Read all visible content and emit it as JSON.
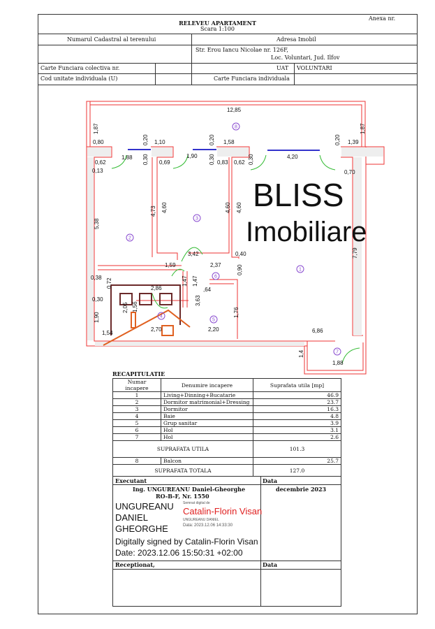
{
  "header": {
    "title": "RELEVEU   APARTAMENT",
    "scale": "Scara 1:100",
    "annex": "Anexa nr.",
    "cadastral_label": "Numarul Cadastral al terenului",
    "address_label": "Adresa Imobil",
    "address_line1": "Str. Erou Iancu Nicolae nr. 126F,",
    "address_line2": "Loc. Voluntari, Jud. Ilfov",
    "cf_colectiva_label": "Carte Funciara colectiva nr.",
    "uat_label": "UAT",
    "uat_value": "VOLUNTARI",
    "cod_unitate_label": "Cod unitate individuala (U)",
    "cf_individuala_label": "Carte Funciara individuala"
  },
  "plan": {
    "dimensions": [
      "12,85",
      "1,87",
      "1,87",
      "0,80",
      "0,20",
      "1,10",
      "0,20",
      "1,58",
      "0,20",
      "1,39",
      "1,88",
      "0,30",
      "0,69",
      "1,90",
      "0,30",
      "0,83",
      "0,62",
      "0,30",
      "4,20",
      "0,62",
      "0,13",
      "0,70",
      "4,73",
      "4,60",
      "4,60",
      "4,60",
      "5,38",
      "7,79",
      "3,42",
      "0,40",
      "1,59",
      "2,37",
      "0,90",
      "1,47",
      "1,47",
      "0,38",
      "0,72",
      "0,30",
      "2,86",
      ",64",
      "3,63",
      "1,90",
      "2,05",
      "1,56",
      "1,76",
      "1,54",
      "2,70",
      "2,20",
      "6,86",
      "1,88",
      "1,4"
    ],
    "rooms": [
      "8",
      "3",
      "2",
      "1",
      "6",
      "5",
      "4",
      "7"
    ]
  },
  "watermark": {
    "line1": "BLISS",
    "line2": "Imobiliare"
  },
  "recap": {
    "title": "RECAPITULATIE",
    "headers": [
      "Numar incapere",
      "Denumire incapere",
      "Suprafata utila [mp]"
    ],
    "rows": [
      {
        "nr": "1",
        "name": "Living+Dinning+Bucatarie",
        "area": "46.9"
      },
      {
        "nr": "2",
        "name": "Dormitor matrimonial+Dressing",
        "area": "23.7"
      },
      {
        "nr": "3",
        "name": "Dormitor",
        "area": "16.3"
      },
      {
        "nr": "4",
        "name": "Baie",
        "area": "4.8"
      },
      {
        "nr": "5",
        "name": "Grup sanitar",
        "area": "3.9"
      },
      {
        "nr": "6",
        "name": "Hol",
        "area": "3.1"
      },
      {
        "nr": "7",
        "name": "Hol",
        "area": "2.6"
      }
    ],
    "util_label": "SUPRAFATA  UTILA",
    "util_value": "101.3",
    "balcony": {
      "nr": "8",
      "name": "Balcon",
      "area": "25.7"
    },
    "total_label": "SUPRAFATA  TOTALA",
    "total_value": "127.0"
  },
  "footer": {
    "executant_label": "Executant",
    "data_label": "Data",
    "date_value": "decembrie 2023",
    "engineer": "Ing. UNGUREANU Daniel-Gheorghe",
    "engineer_reg": "RO-B-F, Nr. 1550",
    "sig1_name": [
      "UNGUREANU",
      "DANIEL",
      "GHEORGHE"
    ],
    "sig2_name": "Catalin-Florin Visan",
    "sig2_small_top": "Semnat digital de",
    "sig2_small_mid": "UNGUREANU DANIEL",
    "sig2_small_date": "Data: 2023.12.06 14:33:30",
    "digital_sig": "Digitally signed by Catalin-Florin Visan",
    "digital_date": "Date: 2023.12.06 15:50:31 +02:00",
    "receptionat_label": "Receptionat,",
    "data2_label": "Data"
  }
}
